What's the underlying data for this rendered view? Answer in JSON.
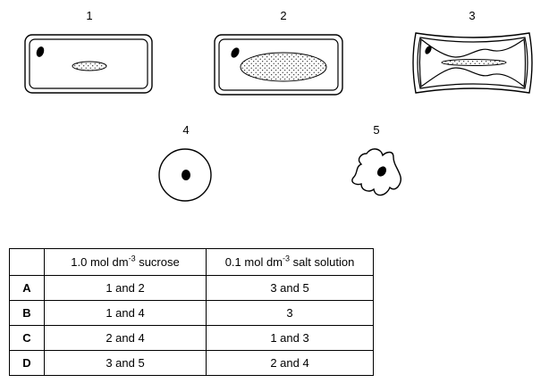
{
  "cells": [
    {
      "number": "1",
      "description": "plant cell, normal"
    },
    {
      "number": "2",
      "description": "plant cell, turgid"
    },
    {
      "number": "3",
      "description": "plant cell, plasmolysed"
    },
    {
      "number": "4",
      "description": "animal cell, normal"
    },
    {
      "number": "5",
      "description": "animal cell, crenated"
    }
  ],
  "table": {
    "headers": [
      {
        "text": "1.0 mol dm",
        "sup": "-3",
        "suffix": " sucrose"
      },
      {
        "text": "0.1 mol dm",
        "sup": "-3",
        "suffix": " salt solution"
      }
    ],
    "rows": [
      {
        "letter": "A",
        "sucrose": "1 and 2",
        "salt": "3 and 5"
      },
      {
        "letter": "B",
        "sucrose": "1 and 4",
        "salt": "3"
      },
      {
        "letter": "C",
        "sucrose": "2 and 4",
        "salt": "1 and 3"
      },
      {
        "letter": "D",
        "sucrose": "3 and 5",
        "salt": "2 and 4"
      }
    ]
  }
}
